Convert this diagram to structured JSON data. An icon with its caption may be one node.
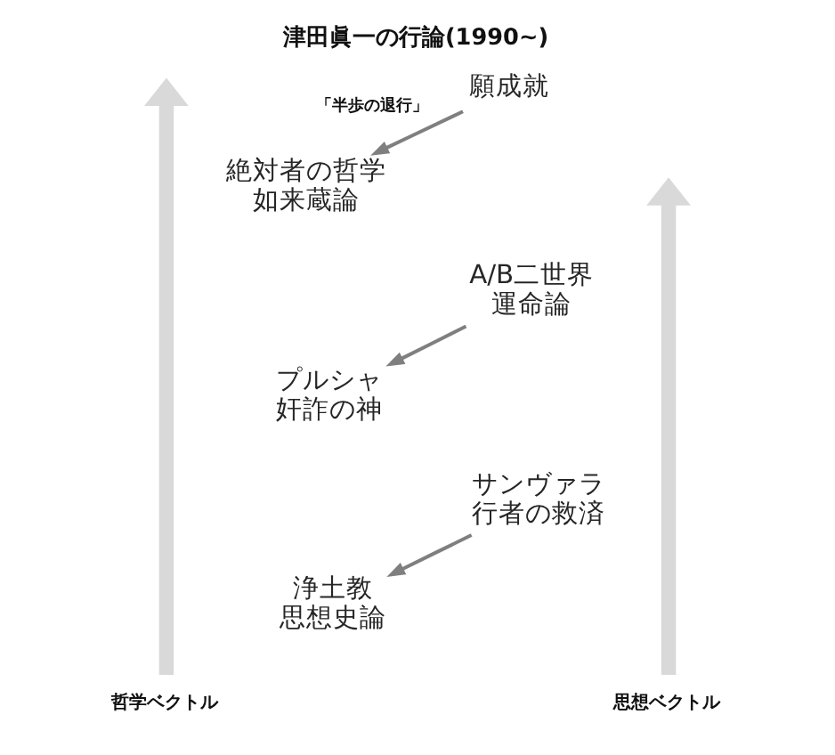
{
  "diagram": {
    "title": "津田眞一の行論(1990~)",
    "nodes": [
      {
        "text": [
          "願成就"
        ]
      },
      {
        "text": [
          "絶対者の哲学",
          "如来蔵論"
        ]
      },
      {
        "text": [
          "A/B二世界",
          "運命論"
        ]
      },
      {
        "text": [
          "プルシャ",
          "奸詐の神"
        ]
      },
      {
        "text": [
          "サンヴァラ",
          "行者の救済"
        ]
      },
      {
        "text": [
          "浄土教",
          "思想史論"
        ]
      },
      {
        "text": [
          "哲学ベクトル"
        ]
      },
      {
        "text": [
          "思想ベクトル"
        ]
      }
    ],
    "edges": [
      {
        "from": 0,
        "to": 1,
        "arrow": "to",
        "label": "「半歩の退行」"
      },
      {
        "from": 2,
        "to": 3,
        "arrow": "to"
      },
      {
        "from": 4,
        "to": 5,
        "arrow": "to"
      },
      {
        "from": 6,
        "to": null,
        "arrow": "to",
        "style": "thick",
        "color": "#d9d9d9"
      },
      {
        "from": 7,
        "to": null,
        "arrow": "to",
        "style": "thick",
        "color": "#d9d9d9"
      }
    ]
  }
}
